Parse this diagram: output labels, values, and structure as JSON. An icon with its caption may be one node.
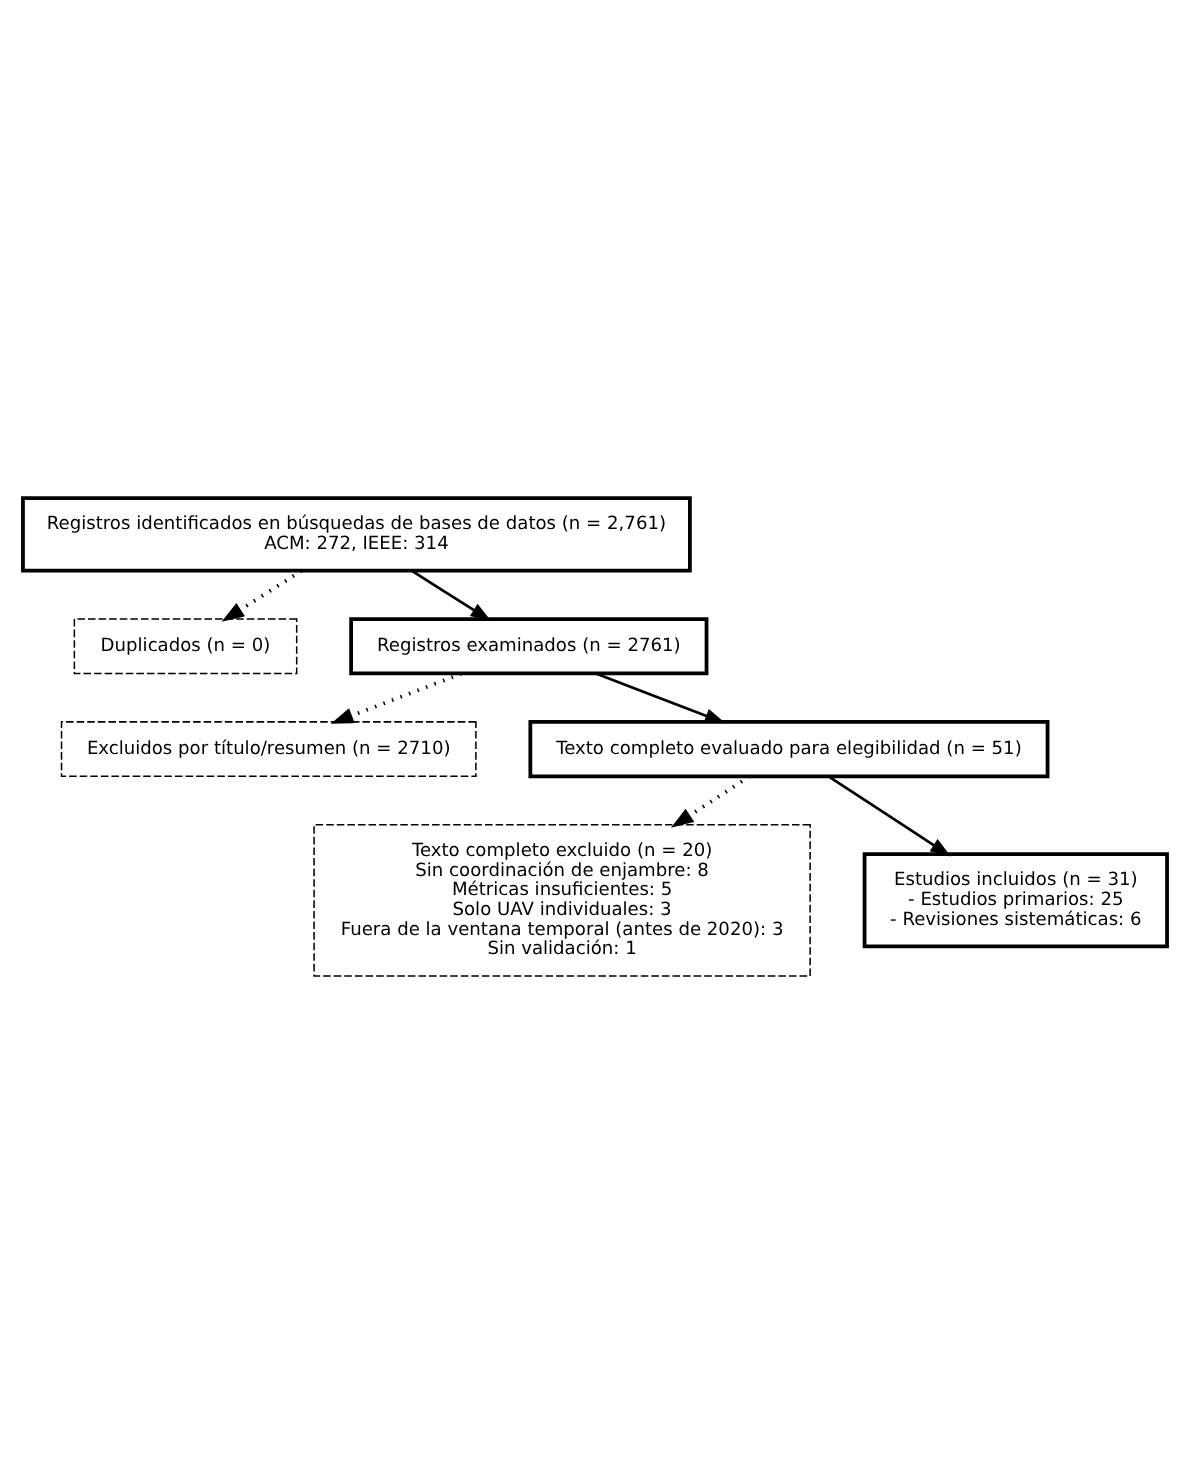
{
  "diagram": {
    "nodes": [
      {
        "text": [
          "Registros identificados en búsquedas de bases de datos (n = 2,761)",
          "ACM: 272, IEEE: 314"
        ]
      },
      {
        "text": [
          "Duplicados (n = 0)"
        ]
      },
      {
        "text": [
          "Registros examinados (n = 2761)"
        ]
      },
      {
        "text": [
          "Excluidos por título/resumen (n = 2710)"
        ]
      },
      {
        "text": [
          "Texto completo evaluado para elegibilidad (n = 51)"
        ]
      },
      {
        "text": [
          "Texto completo excluido (n = 20)",
          "Sin coordinación de enjambre: 8",
          "Métricas insuficientes: 5",
          "Solo UAV individuales: 3",
          "Fuera de la ventana temporal (antes de 2020): 3",
          "Sin validación: 1"
        ]
      },
      {
        "text": [
          "Estudios incluidos (n = 31)",
          "- Estudios primarios: 25",
          "- Revisiones sistemáticas: 6"
        ]
      }
    ],
    "edges": [
      {
        "from": 0,
        "to": 1,
        "arrow": "to",
        "style": "dashed"
      },
      {
        "from": 0,
        "to": 2,
        "arrow": "to"
      },
      {
        "from": 2,
        "to": 3,
        "arrow": "to",
        "style": "dashed"
      },
      {
        "from": 2,
        "to": 4,
        "arrow": "to"
      },
      {
        "from": 4,
        "to": 5,
        "arrow": "to",
        "style": "dashed"
      },
      {
        "from": 4,
        "to": 6,
        "arrow": "to"
      }
    ]
  }
}
